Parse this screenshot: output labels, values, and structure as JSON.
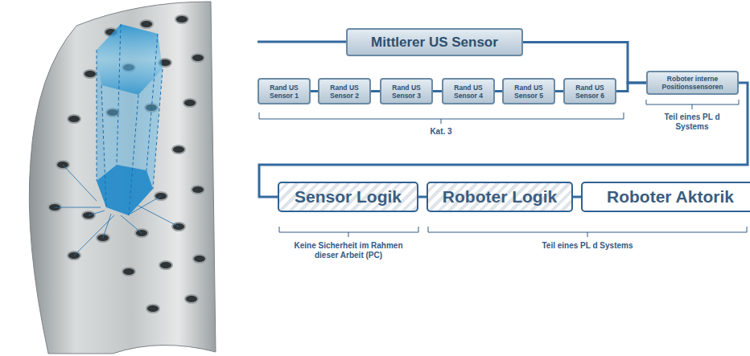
{
  "diagram": {
    "nodes": [
      {
        "text": [
          "Mittlerer US Sensor"
        ]
      },
      {
        "text": [
          "Rand US Sensor 1"
        ]
      },
      {
        "text": [
          "Rand US Sensor 2"
        ]
      },
      {
        "text": [
          "Rand US Sensor 3"
        ]
      },
      {
        "text": [
          "Rand US Sensor 4"
        ]
      },
      {
        "text": [
          "Rand US Sensor 5"
        ]
      },
      {
        "text": [
          "Rand US Sensor 6"
        ]
      },
      {
        "text": [
          "Roboter interne Positionssensoren"
        ]
      },
      {
        "text": [
          "Sensor Logik"
        ]
      },
      {
        "text": [
          "Roboter Logik"
        ]
      },
      {
        "text": [
          "Roboter Aktorik"
        ]
      }
    ],
    "edges": [
      {
        "from": 0,
        "to": 7,
        "arrow": "none"
      },
      {
        "from": 1,
        "to": 2,
        "arrow": "none"
      },
      {
        "from": 2,
        "to": 3,
        "arrow": "none"
      },
      {
        "from": 3,
        "to": 4,
        "arrow": "none"
      },
      {
        "from": 4,
        "to": 5,
        "arrow": "none"
      },
      {
        "from": 5,
        "to": 6,
        "arrow": "none"
      },
      {
        "from": 6,
        "to": 7,
        "arrow": "none"
      },
      {
        "from": 7,
        "to": 8,
        "arrow": "none"
      },
      {
        "from": 8,
        "to": 9,
        "arrow": "none"
      },
      {
        "from": 9,
        "to": 10,
        "arrow": "none"
      }
    ],
    "labels": [
      "Kat. 3",
      "Teil eines PL d Systems",
      "Keine Sicherheit im Rahmen dieser Arbeit (PC)",
      "Teil eines PL d Systems"
    ]
  }
}
